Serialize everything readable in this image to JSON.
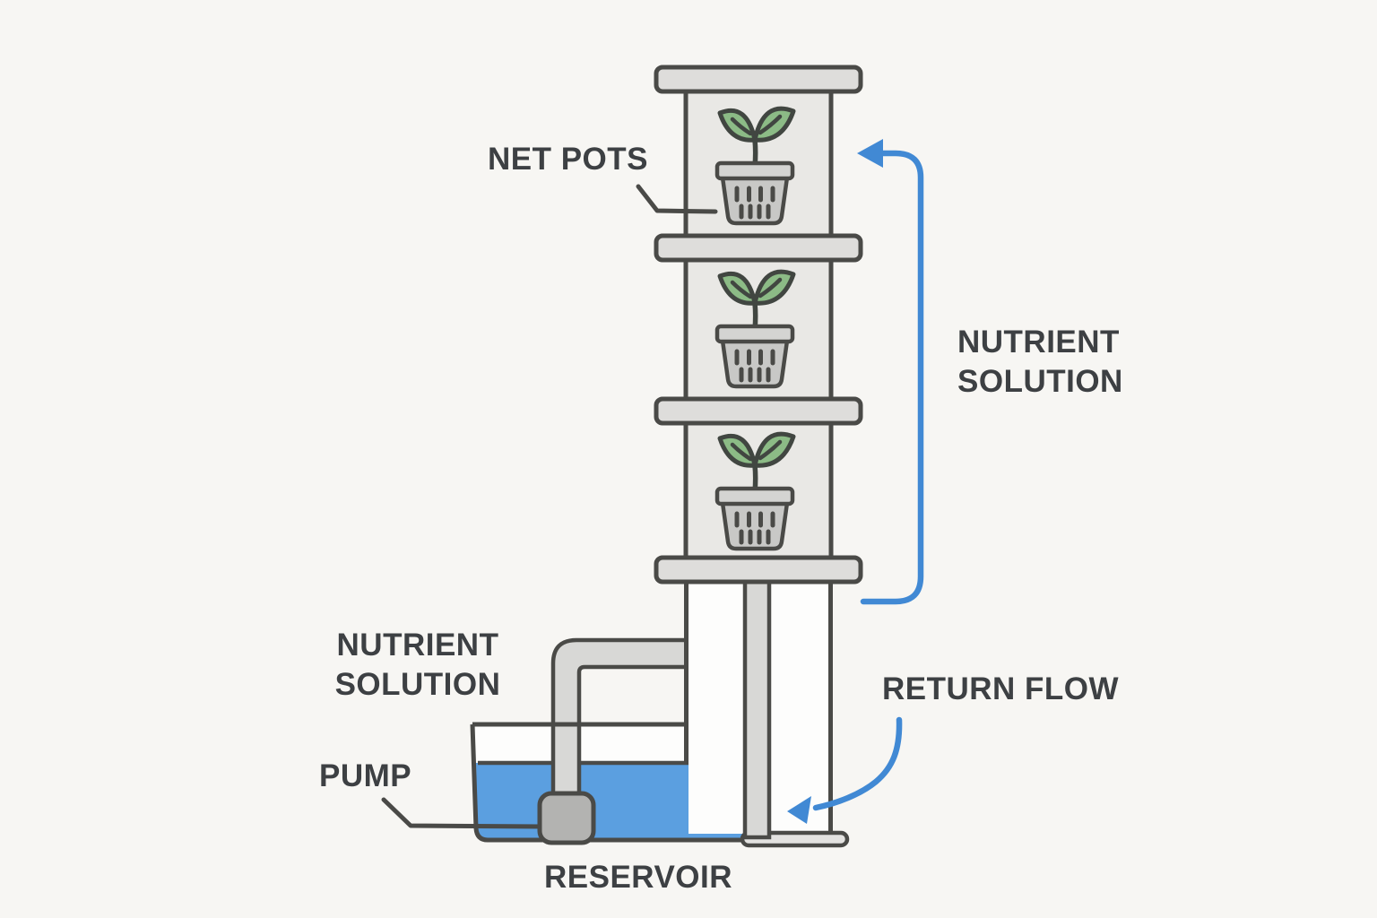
{
  "diagram": {
    "type": "hydroponic-tower-diagram",
    "labels": {
      "net_pots": "NET POTS",
      "nutrient_solution_right": "NUTRIENT SOLUTION",
      "nutrient_solution_left": "NUTRIENT SOLUTION",
      "pump": "PUMP",
      "return_flow": "RETURN FLOW",
      "reservoir": "RESERVOIR"
    },
    "structure": {
      "tower_levels": 3,
      "plants": 3,
      "net_pots": 3
    },
    "colors": {
      "background": "#f7f6f3",
      "outline": "#4a4a47",
      "text": "#3d4043",
      "tower_fill": "#e9e8e5",
      "shelf_fill": "#dedddb",
      "pot_fill": "#c8c8c6",
      "pot_rim_fill": "#d4d4d2",
      "pipe_fill": "#d8d8d6",
      "pump_fill": "#b3b3b1",
      "water": "#5b9fe0",
      "arrow": "#4189d4",
      "leaf": "#8cbb86"
    }
  }
}
